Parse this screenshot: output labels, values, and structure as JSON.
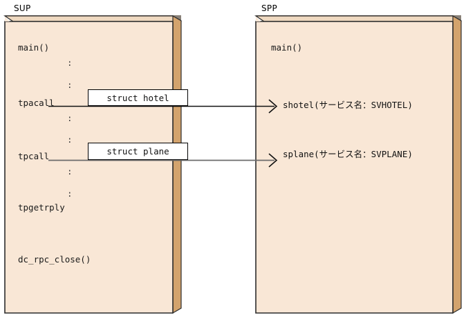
{
  "diagram": {
    "type": "component-interaction-diagram",
    "colors": {
      "panel_fill": "#F9E7D6",
      "panel_edge_3d": "#D3A36D",
      "panel_top_band": "#EFD9C0",
      "outline": "#2b2b2b",
      "top_shadow": "#8a8279",
      "box_fill": "#FFFFFF",
      "line": "#000000",
      "line_gray": "#6b6b6b",
      "background": "#FFFFFF"
    },
    "panels": [
      {
        "id": "sup",
        "title": "SUP",
        "lines": [
          {
            "text": "main()",
            "kind": "code"
          },
          {
            "text": ":",
            "kind": "colon"
          },
          {
            "text": ":",
            "kind": "colon"
          },
          {
            "text": "tpacall",
            "kind": "code"
          },
          {
            "text": ":",
            "kind": "colon"
          },
          {
            "text": ":",
            "kind": "colon"
          },
          {
            "text": "tpcall",
            "kind": "code"
          },
          {
            "text": ":",
            "kind": "colon"
          },
          {
            "text": ":",
            "kind": "colon"
          },
          {
            "text": "tpgetrply",
            "kind": "code"
          },
          {
            "text": "dc_rpc_close()",
            "kind": "code"
          }
        ]
      },
      {
        "id": "spp",
        "title": "SPP",
        "lines": [
          {
            "text": "main()",
            "kind": "code"
          },
          {
            "text": "shotel(サービス名：SVHOTEL)",
            "kind": "service"
          },
          {
            "text": "splane(サービス名：SVPLANE)",
            "kind": "service"
          }
        ]
      }
    ],
    "messages": [
      {
        "id": "hotel",
        "struct_label": "struct hotel",
        "from": "tpacall",
        "to": "shotel(サービス名：SVHOTEL)"
      },
      {
        "id": "plane",
        "struct_label": "struct plane",
        "from": "tpcall",
        "to": "splane(サービス名：SVPLANE)"
      }
    ]
  }
}
